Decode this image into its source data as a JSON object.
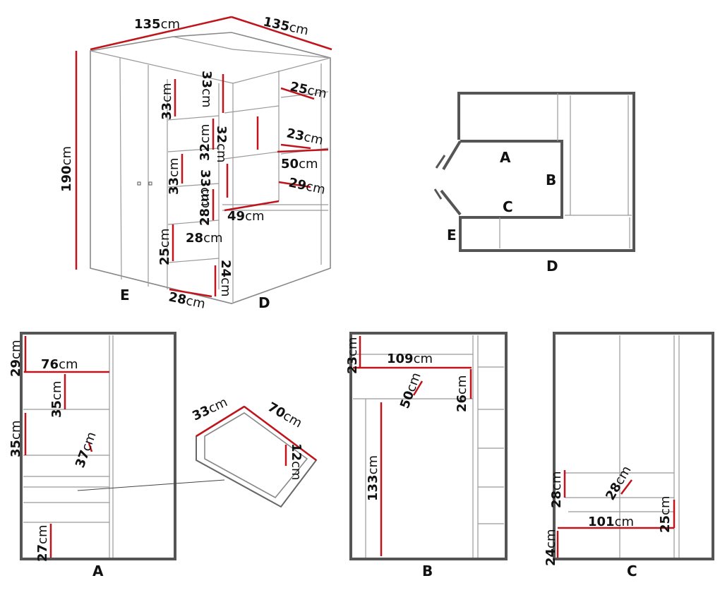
{
  "unit": "cm",
  "overview": {
    "width_front": "135",
    "width_side": "135",
    "height": "190",
    "shelf_a": "33",
    "shelf_b": "32",
    "shelf_c": "33",
    "shelf_d": "28",
    "shelf_e": "25",
    "shelf_f": "28",
    "base_h": "24",
    "base_w": "28",
    "mid_a": "33",
    "mid_b": "32",
    "mid_c": "33",
    "right_a": "25",
    "right_b": "23",
    "right_c": "50",
    "right_d": "29",
    "right_e": "49",
    "side_e": "E",
    "side_d": "D"
  },
  "plan": {
    "a": "A",
    "b": "B",
    "c": "C",
    "d": "D",
    "e": "E"
  },
  "drawer": {
    "depth": "33",
    "width": "70",
    "height": "12"
  },
  "view_a": {
    "title": "A",
    "h1": "29",
    "w1": "76",
    "h2": "35",
    "h3": "35",
    "d1": "37",
    "h4": "27"
  },
  "view_b": {
    "title": "B",
    "h1": "23",
    "w1": "109",
    "d1": "50",
    "h2": "26",
    "h3": "133"
  },
  "view_c": {
    "title": "C",
    "h1": "28",
    "d1": "28",
    "w1": "101",
    "h2": "25",
    "h3": "24"
  }
}
